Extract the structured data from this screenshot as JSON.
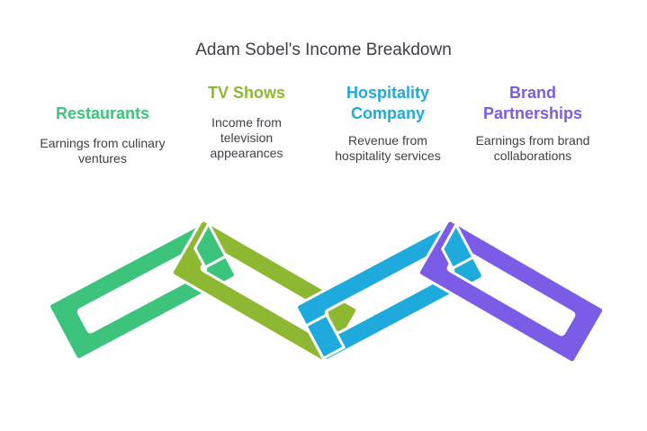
{
  "title": "Adam Sobel's Income Breakdown",
  "colors": {
    "restaurants": "#3cc47c",
    "tv_shows": "#8fb832",
    "hospitality": "#1eaadc",
    "brand": "#7b5ce6",
    "text": "#3f3f46"
  },
  "items": [
    {
      "heading": "Restaurants",
      "description": "Earnings from culinary ventures",
      "color": "#3cc47c",
      "icon": "chain-link"
    },
    {
      "heading": "TV Shows",
      "description": "Income from television appearances",
      "color": "#8fb832",
      "icon": "chain-link"
    },
    {
      "heading": "Hospitality Company",
      "description": "Revenue from hospitality services",
      "color": "#1eaadc",
      "icon": "chain-link"
    },
    {
      "heading": "Brand Partnerships",
      "description": "Earnings from brand collaborations",
      "color": "#7b5ce6",
      "icon": "chain-link"
    }
  ]
}
